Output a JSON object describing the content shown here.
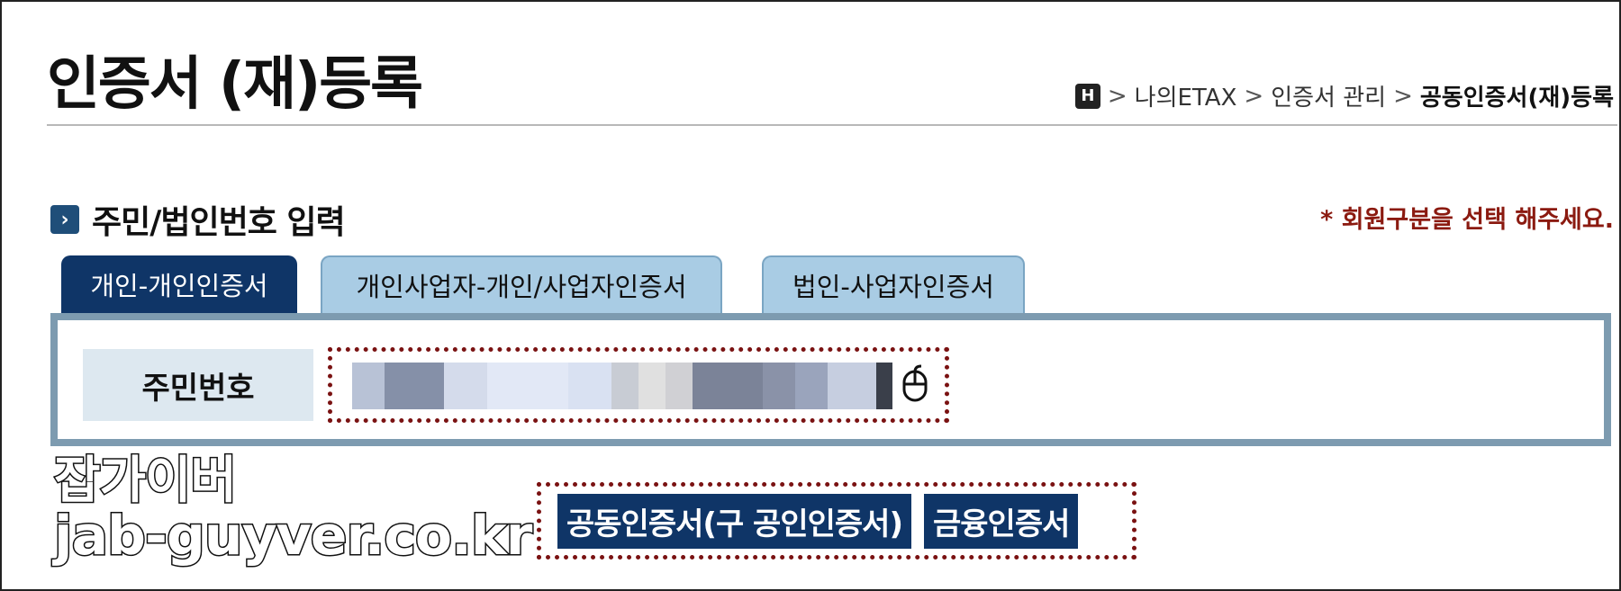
{
  "page": {
    "title": "인증서 (재)등록"
  },
  "breadcrumb": {
    "home_glyph": "H",
    "separator": ">",
    "items": [
      "나의ETAX",
      "인증서 관리",
      "공동인증서(재)등록"
    ]
  },
  "section": {
    "title": "주민/법인번호 입력",
    "icon_glyph": "›"
  },
  "notice": "* 회원구분을 선택 해주세요.",
  "tabs": [
    {
      "label": "개인-개인인증서",
      "active": true
    },
    {
      "label": "개인사업자-개인/사업자인증서",
      "active": false
    },
    {
      "label": "법인-사업자인증서",
      "active": false
    }
  ],
  "form": {
    "resident_number": {
      "label": "주민번호",
      "value": ""
    }
  },
  "buttons": {
    "joint_cert": "공동인증서(구 공인인증서)",
    "financial_cert": "금융인증서"
  },
  "watermark": {
    "line1": "잡가이버",
    "line2": "jab-guyver.co.kr"
  },
  "colors": {
    "navy": "#0f3567",
    "tab_inactive": "#a9cce4",
    "panel_border": "#7d9bb0",
    "notice_red": "#8b1a10",
    "highlight_dots": "#7a1212"
  }
}
